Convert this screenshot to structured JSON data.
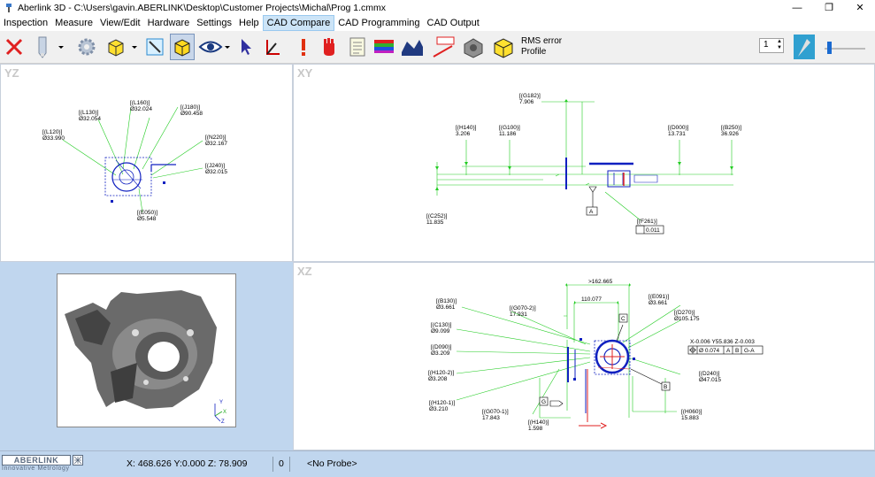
{
  "window": {
    "title": "Aberlink 3D - C:\\Users\\gavin.ABERLINK\\Desktop\\Customer Projects\\Michal\\Prog 1.cmmx",
    "minimize": "—",
    "maximize": "❐",
    "close": "✕"
  },
  "menu": [
    "Inspection",
    "Measure",
    "View/Edit",
    "Hardware",
    "Settings",
    "Help",
    "CAD Compare",
    "CAD Programming",
    "CAD Output"
  ],
  "toolbar": {
    "rms_label": "RMS error",
    "profile_label": "Profile",
    "spin_value": "1"
  },
  "views": {
    "yz": {
      "label": "YZ",
      "annotations": [
        {
          "ref": "[(L160)]",
          "val": "Ø32.024"
        },
        {
          "ref": "[(J180)]",
          "val": "Ø90.458"
        },
        {
          "ref": "[(L130)]",
          "val": "Ø32.054"
        },
        {
          "ref": "[(L120)]",
          "val": "Ø33.990"
        },
        {
          "ref": "[(N220)]",
          "val": "Ø32.167"
        },
        {
          "ref": "[(J240)]",
          "val": "Ø32.015"
        },
        {
          "ref": "[(E050)]",
          "val": "Ø5.548"
        }
      ]
    },
    "xy": {
      "label": "XY",
      "annotations": [
        {
          "ref": "[(G182)]",
          "val": "7.906"
        },
        {
          "ref": "[(H140)]",
          "val": "3.206"
        },
        {
          "ref": "[(G100)]",
          "val": "11.186"
        },
        {
          "ref": "[(D000)]",
          "val": "13.731"
        },
        {
          "ref": "[(B250)]",
          "val": "36.926"
        },
        {
          "ref": "[(C252)]",
          "val": "11.835"
        },
        {
          "ref": "[(F261)]",
          "val": "0.011"
        }
      ],
      "datum": "A"
    },
    "xz": {
      "label": "XZ",
      "dim_top": ">162.665",
      "dim_mid": "110.077",
      "annotations": [
        {
          "ref": "[(B130)]",
          "val": "Ø3.661"
        },
        {
          "ref": "[(G070-2)]",
          "val": "17.931"
        },
        {
          "ref": "[(E091)]",
          "val": "Ø3.661"
        },
        {
          "ref": "[(D270)]",
          "val": "Ø105.175"
        },
        {
          "ref": "[(C130)]",
          "val": "Ø9.099"
        },
        {
          "ref": "[(D090)]",
          "val": "Ø3.209"
        },
        {
          "ref": "[(H120-2)]",
          "val": "Ø3.208"
        },
        {
          "ref": "[(D240)]",
          "val": "Ø47.015"
        },
        {
          "ref": "[(H120-1)]",
          "val": "Ø3.210"
        },
        {
          "ref": "[(G070-1)]",
          "val": "17.843"
        },
        {
          "ref": "[(H140)]",
          "val": "1.598"
        },
        {
          "ref": "[(H060)]",
          "val": "15.883"
        }
      ],
      "position": "X-0.006 Y55.836 Z-0.003",
      "fcf": {
        "tol": "Ø 0.074",
        "d1": "A",
        "d2": "B",
        "d3": "G-A"
      },
      "datum_c": "C",
      "datum_b": "B",
      "datum_g": "G"
    }
  },
  "status": {
    "logo": "ABERLINK",
    "logo_sub": "Innovative Metrology",
    "coords": "X: 468.626 Y:0.000 Z: 78.909",
    "count": "0",
    "probe": "<No Probe>"
  }
}
